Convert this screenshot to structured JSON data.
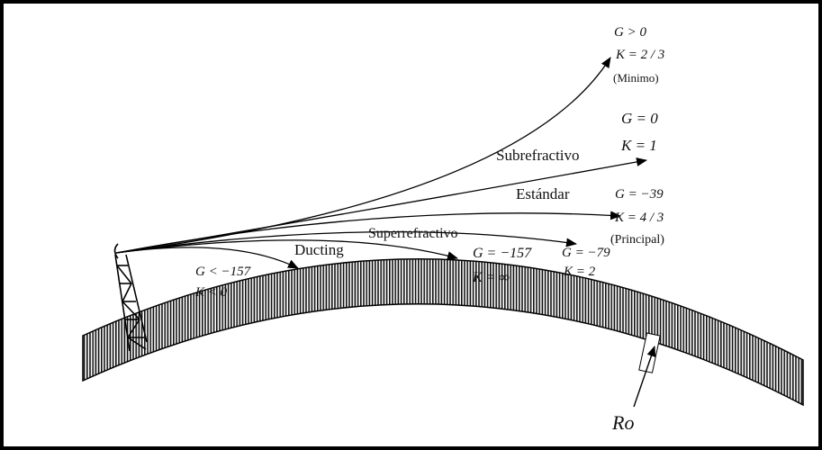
{
  "rays": {
    "sub": {
      "name": "Subrefractivo",
      "g": "G > 0",
      "k": "K = 2 / 3",
      "note": "(Minimo)"
    },
    "std": {
      "name": "Estándar",
      "g": "G = 0",
      "k": "K = 1"
    },
    "principal": {
      "g": "G = −39",
      "k": "K = 4 / 3",
      "note": "(Principal)"
    },
    "super": {
      "name": "Superrefractivo",
      "g": "G = −79",
      "k": "K = 2"
    },
    "inf": {
      "g": "G = −157",
      "k": "K = ∞"
    },
    "duct": {
      "name": "Ducting",
      "g": "G < −157",
      "k": "K < 0"
    }
  },
  "earth": {
    "label": "Ro"
  },
  "icons": [
    "tower-icon",
    "antenna-icon"
  ]
}
